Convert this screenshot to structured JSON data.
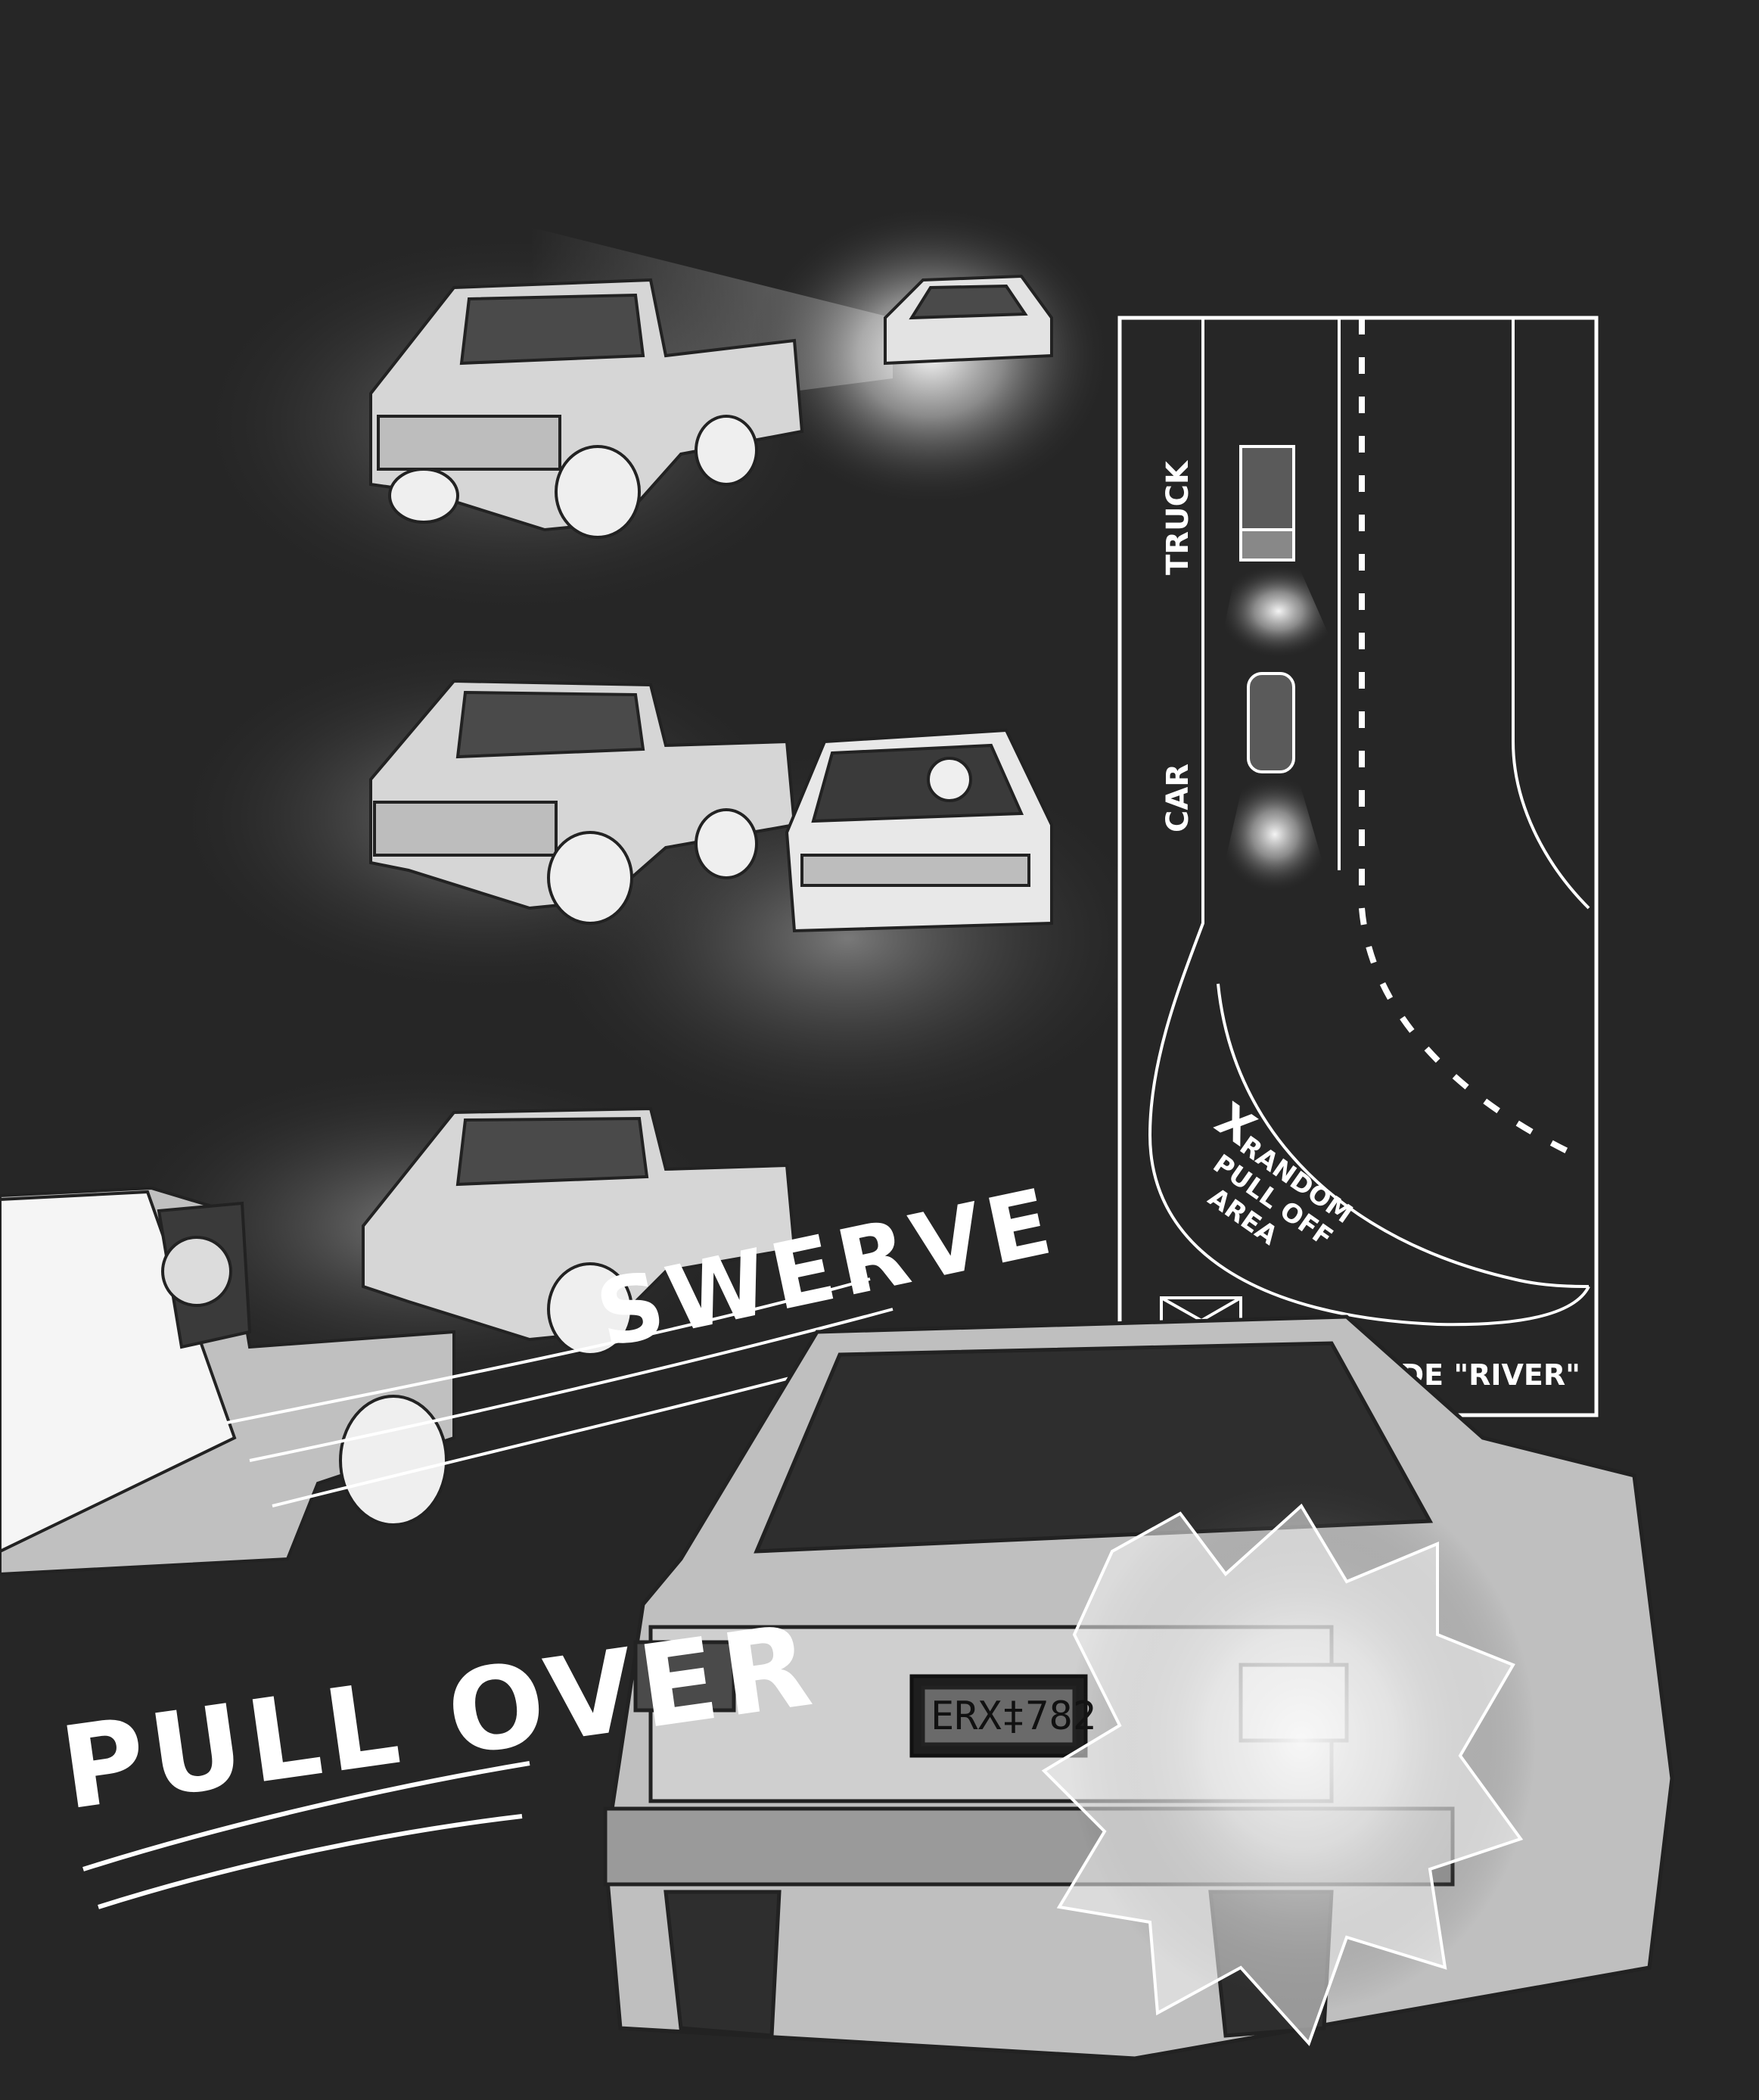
{
  "sfx": {
    "swerve": "SWERVE",
    "pull_over": "PULL OVER"
  },
  "map": {
    "truck_label": "TRUCK",
    "car_label": "CAR",
    "pull_off_marker": "X",
    "pull_off_line1": "RANDOM",
    "pull_off_line2": "PULL OFF",
    "pull_off_line3": "AREA",
    "river_label": "RIO GRANDE \"RIVER\""
  },
  "license_plate": "ERX‡782",
  "colors": {
    "background": "#262626",
    "line_art": "#ffffff",
    "car_body": "#c8c8c8",
    "dark_interior": "#3a3a3a"
  }
}
